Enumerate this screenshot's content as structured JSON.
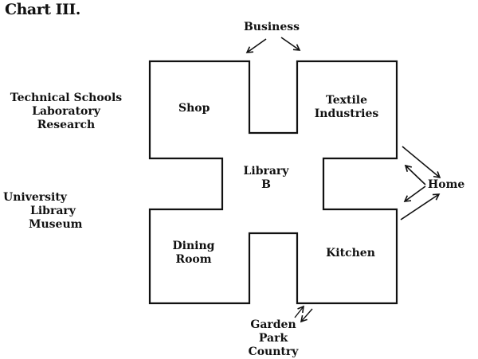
{
  "title": "Chart III.",
  "rooms": {
    "shop": "Shop",
    "textile": [
      "Textile",
      "Industries"
    ],
    "library": [
      "Library",
      "B"
    ],
    "dining": [
      "Dining",
      "Room"
    ],
    "kitchen": "Kitchen"
  },
  "external": {
    "business": "Business",
    "home": "Home",
    "technical": [
      "Technical Schools",
      "Laboratory",
      "Research"
    ],
    "university": [
      "University",
      "Library",
      "Museum"
    ],
    "garden": [
      "Garden",
      "Park",
      "Country"
    ]
  },
  "connections": [
    {
      "from": "Business",
      "to": "Shop",
      "direction": "one-way"
    },
    {
      "from": "Business",
      "to": "Textile Industries",
      "direction": "one-way"
    },
    {
      "from": "Textile Industries",
      "to": "Home",
      "direction": "one-way"
    },
    {
      "from": "Home",
      "to": "Library B",
      "direction": "one-way"
    },
    {
      "from": "Home",
      "to": "Kitchen",
      "direction": "one-way"
    },
    {
      "from": "Kitchen",
      "to": "Home",
      "direction": "one-way"
    },
    {
      "from": "Garden Park Country",
      "to": "Kitchen",
      "direction": "two-way"
    }
  ],
  "colors": {
    "ink": "#111111",
    "paper": "#ffffff"
  }
}
